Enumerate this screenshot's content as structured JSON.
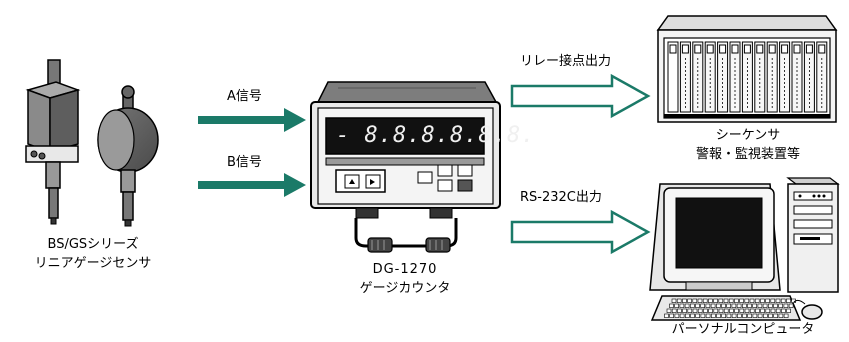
{
  "sensors": {
    "line1": "BS/GSシリーズ",
    "line2": "リニアゲージセンサ"
  },
  "signals": {
    "a": "A信号",
    "b": "B信号"
  },
  "counter": {
    "model": "DG-1270",
    "name": "ゲージカウンタ",
    "display": "- 8.8.8.8.8.8."
  },
  "outputs": {
    "relay": "リレー接点出力",
    "rs232c": "RS-232C出力"
  },
  "sequencer": {
    "line1": "シーケンサ",
    "line2": "警報・監視装置等"
  },
  "pc": {
    "label": "パーソナルコンピュータ"
  },
  "colors": {
    "arrow_solid": "#1b7a68",
    "arrow_outline": "#1b7a68",
    "display_bg": "#111111",
    "device_gray": "#8c8c8c"
  }
}
